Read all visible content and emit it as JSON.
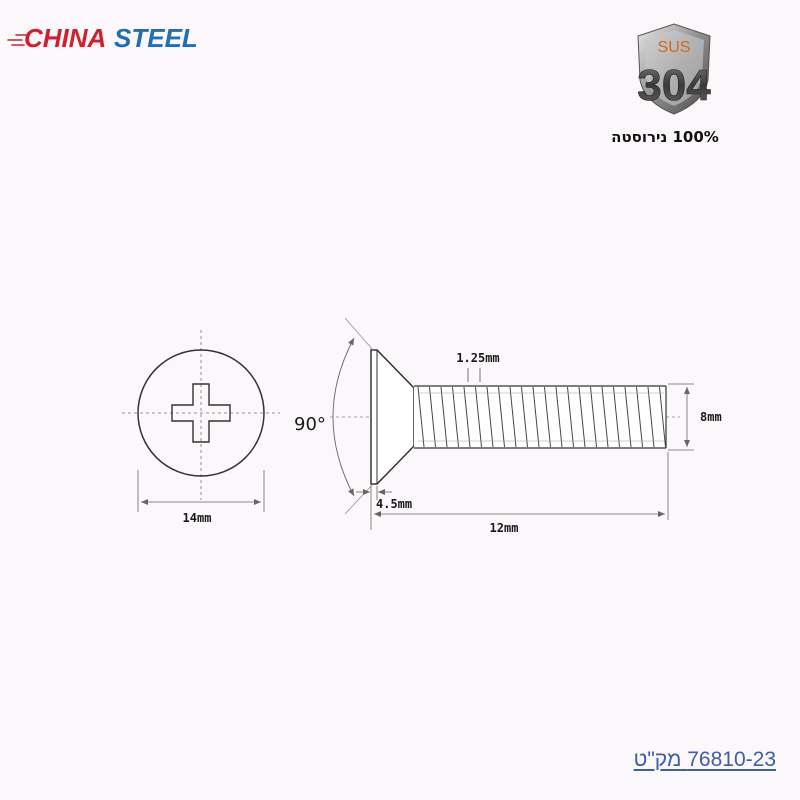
{
  "brand": {
    "logo_text": "CHINA STEEL",
    "part1": "CHINA",
    "part2": "STEEL",
    "color1": "#d0202e",
    "color2": "#1f6fb8"
  },
  "badge": {
    "top": "SUS",
    "number": "304",
    "caption": "100% נירוסטה"
  },
  "drawing": {
    "head_diameter": "14mm",
    "thread_pitch": "1.25mm",
    "thread_diameter": "8mm",
    "head_height": "4.5mm",
    "length": "12mm",
    "head_angle": "90°"
  },
  "sku": "76810-23 מק\"ט",
  "colors": {
    "line": "#333333",
    "background": "#fbf7fa",
    "link": "#3a5fb0"
  }
}
